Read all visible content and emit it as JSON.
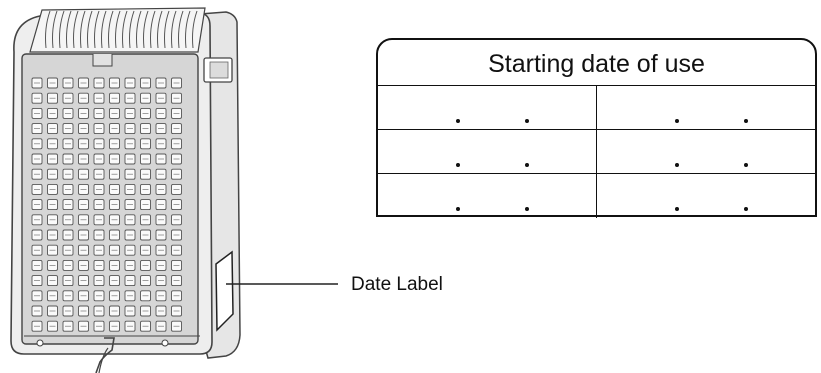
{
  "table": {
    "title": "Starting date of use",
    "rows": 3,
    "cols": 2
  },
  "callout": {
    "label": "Date Label"
  }
}
